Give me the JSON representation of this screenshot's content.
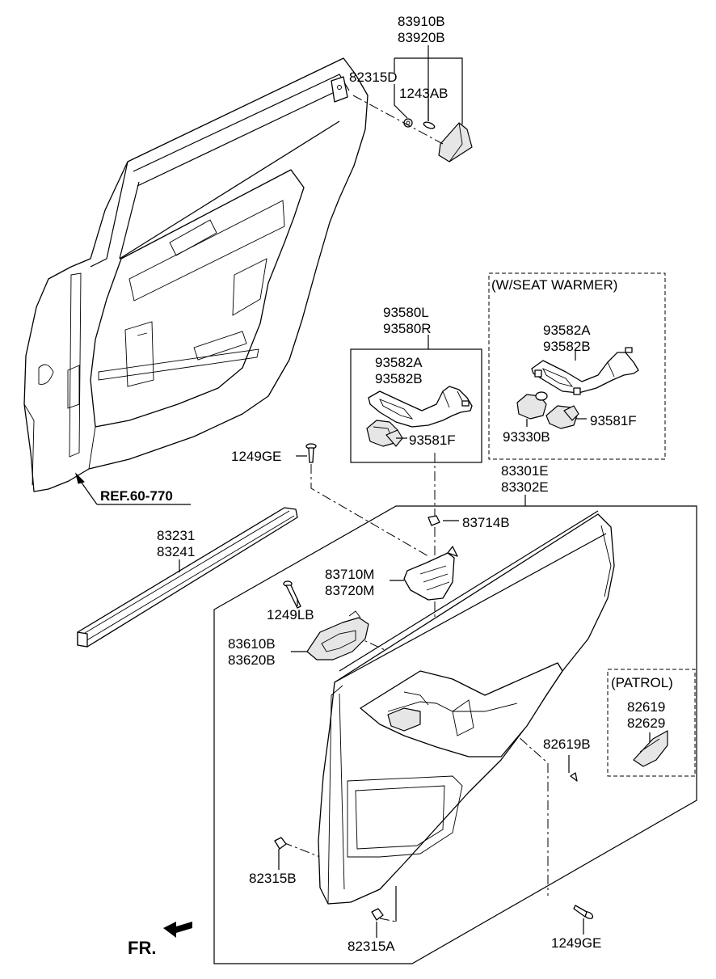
{
  "labels": {
    "p83910b": "83910B",
    "p83920b": "83920B",
    "p82315d": "82315D",
    "p1243ab": "1243AB",
    "p93580l": "93580L",
    "p93580r": "93580R",
    "p93582a_1": "93582A",
    "p93582b_1": "93582B",
    "p93581f_1": "93581F",
    "seat_warmer_title": "(W/SEAT WARMER)",
    "p93582a_2": "93582A",
    "p93582b_2": "93582B",
    "p93330b": "93330B",
    "p93581f_2": "93581F",
    "p1249ge_top": "1249GE",
    "ref": "REF.60-770",
    "p83301e": "83301E",
    "p83302e": "83302E",
    "p83714b": "83714B",
    "p83231": "83231",
    "p83241": "83241",
    "p83710m": "83710M",
    "p83720m": "83720M",
    "p1249lb": "1249LB",
    "p83610b": "83610B",
    "p83620b": "83620B",
    "patrol_title": "(PATROL)",
    "p82619": "82619",
    "p82629": "82629",
    "p82619b": "82619B",
    "p82315b": "82315B",
    "p82315a": "82315A",
    "p1249ge_bottom": "1249GE",
    "front": "FR."
  },
  "icons": {
    "front_arrow": "front-direction-arrow-icon",
    "ref_arrow": "reference-arrow-icon"
  }
}
